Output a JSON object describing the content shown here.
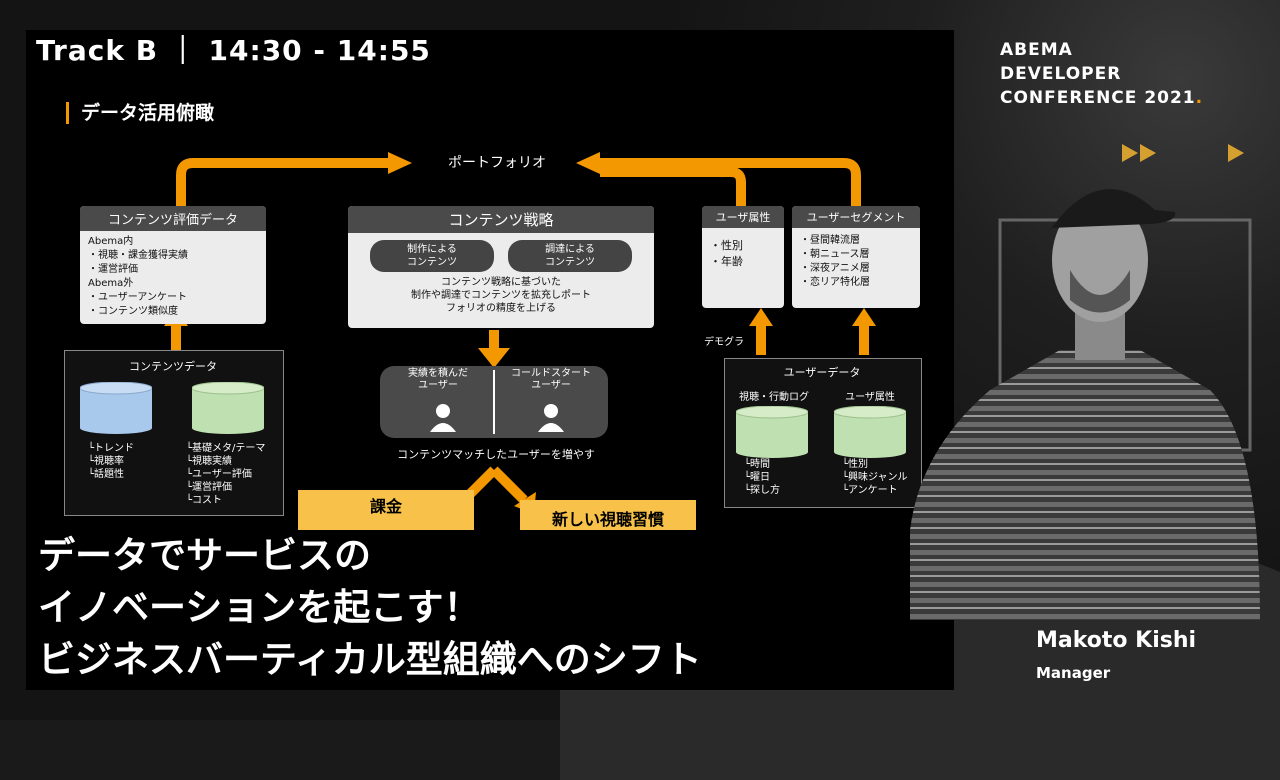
{
  "track": {
    "label": "Track B ｜ 14:30 - 14:55"
  },
  "slide": {
    "title": "データ活用俯瞰",
    "portfolio": "ポートフォリオ",
    "content_eval": {
      "header": "コンテンツ評価データ",
      "body": "Abema内\n・視聴・課金獲得実績\n・運営評価\nAbema外\n・ユーザーアンケート\n・コンテンツ類似度"
    },
    "strategy": {
      "header": "コンテンツ戦略",
      "pill1": "制作による\nコンテンツ",
      "pill2": "調達による\nコンテンツ",
      "desc": "コンテンツ戦略に基づいた\n制作や調達でコンテンツを拡充しポート\nフォリオの精度を上げる"
    },
    "user_attr": {
      "header": "ユーザ属性",
      "body": "・性別\n・年齢"
    },
    "user_segment": {
      "header": "ユーザーセグメント",
      "body": "・昼間韓流層\n・朝ニュース層\n・深夜アニメ層\n・恋リア特化層"
    },
    "demogra": "デモグラ",
    "content_data": {
      "label": "コンテンツデータ",
      "list1": "└トレンド\n└視聴率\n└話題性",
      "list2": "└基礎メタ/テーマ\n└視聴実績\n└ユーザー評価\n└運営評価\n└コスト"
    },
    "users": {
      "left": "実績を積んだ\nユーザー",
      "right": "コールドスタート\nユーザー",
      "caption": "コンテンツマッチしたユーザーを増やす"
    },
    "user_data": {
      "label": "ユーザーデータ",
      "col1": "視聴・行動ログ",
      "col2": "ユーザ属性",
      "list1": "└時間\n└曜日\n└探し方",
      "list2": "└性別\n└興味ジャンル\n└アンケート"
    },
    "yellow1": "課金",
    "yellow2": "新しい視聴習慣"
  },
  "headline": {
    "line1": "データでサービスの",
    "line2": "イノベーションを起こす！",
    "line3": "ビジネスバーティカル型組織へのシフト"
  },
  "brand": {
    "line1": "ABEMA",
    "line2": "DEVELOPER",
    "line3": "CONFERENCE 2021",
    "dot": "."
  },
  "speaker": {
    "name": "Makoto Kishi",
    "role": "Manager"
  },
  "colors": {
    "accent": "#f39800",
    "box_header": "#4a4a4a",
    "blue_cyl": "#a8c8ec",
    "green_cyl": "#bfe0b0",
    "yellow": "#f8c24a"
  }
}
